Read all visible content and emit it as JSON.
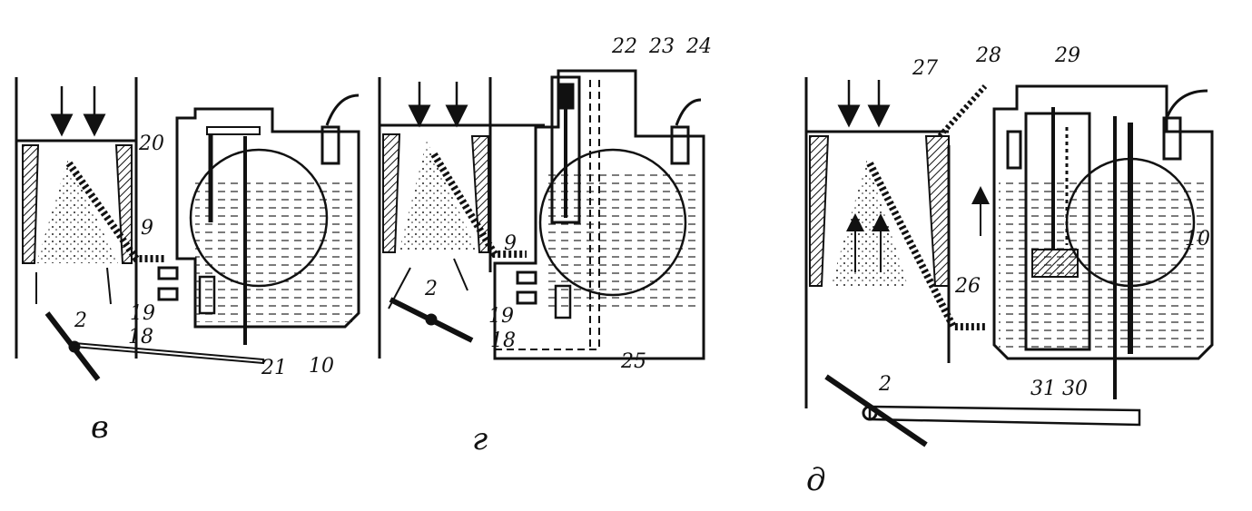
{
  "figure": {
    "panel_v": {
      "caption": "в",
      "labels": {
        "l20": "20",
        "l9": "9",
        "l19": "19",
        "l18": "18",
        "l2": "2",
        "l21": "21",
        "l10": "10"
      }
    },
    "panel_g": {
      "caption": "г",
      "labels": {
        "l22": "22",
        "l23": "23",
        "l24": "24",
        "l9": "9",
        "l19": "19",
        "l18": "18",
        "l2": "2",
        "l25": "25"
      }
    },
    "panel_d": {
      "caption": "д",
      "labels": {
        "l27": "27",
        "l28": "28",
        "l29": "29",
        "l10": "10",
        "l26": "26",
        "l2": "2",
        "l31": "31",
        "l30": "30"
      }
    }
  }
}
